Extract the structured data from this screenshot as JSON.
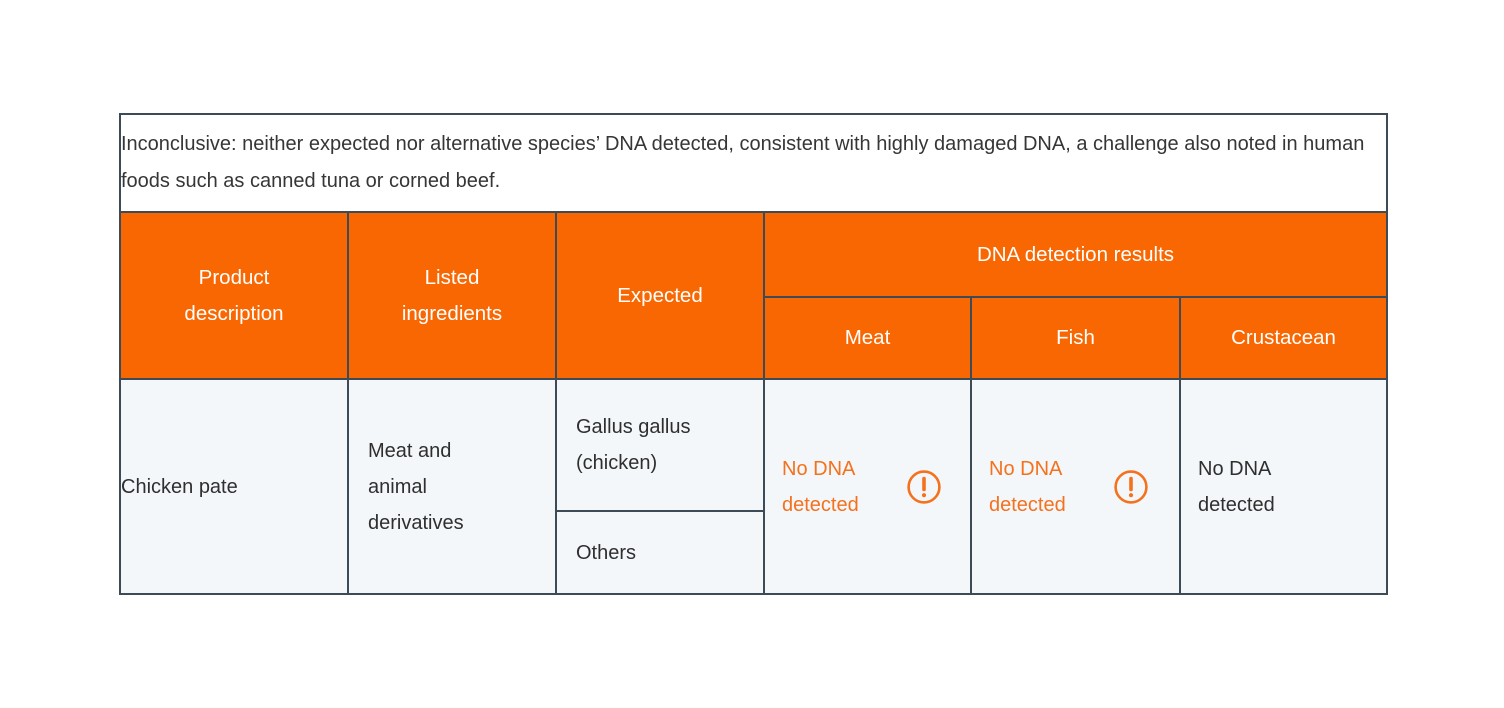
{
  "note": {
    "text": "Inconclusive: neither expected nor alternative species’ DNA detected, consistent with highly damaged DNA, a challenge also noted in human foods such as canned tuna or corned beef."
  },
  "table": {
    "headers": {
      "product": "Product description",
      "ingredients": "Listed ingredients",
      "expected": "Expected",
      "dna_group": "DNA detection results",
      "meat": "Meat",
      "fish": "Fish",
      "crustacean": "Crustacean"
    },
    "row": {
      "product": "Chicken pate",
      "ingredients": "Meat and animal derivatives",
      "expected_primary": "Gallus gallus (chicken)",
      "expected_secondary": "Others",
      "meat_result": "No DNA detected",
      "fish_result": "No DNA detected",
      "crustacean_result": "No DNA detected"
    }
  },
  "icons": {
    "meat_alert": "exclamation-circle-icon",
    "fish_alert": "exclamation-circle-icon"
  },
  "colors": {
    "header_bg": "#F96702",
    "accent_text": "#F4711D",
    "border": "#3C4B55",
    "cell_bg": "#F4F7F9",
    "note_bg": "#FFFFFF",
    "page_bg": "#FFFFFF",
    "header_text": "#FFFFFF",
    "body_text": "#363636"
  }
}
